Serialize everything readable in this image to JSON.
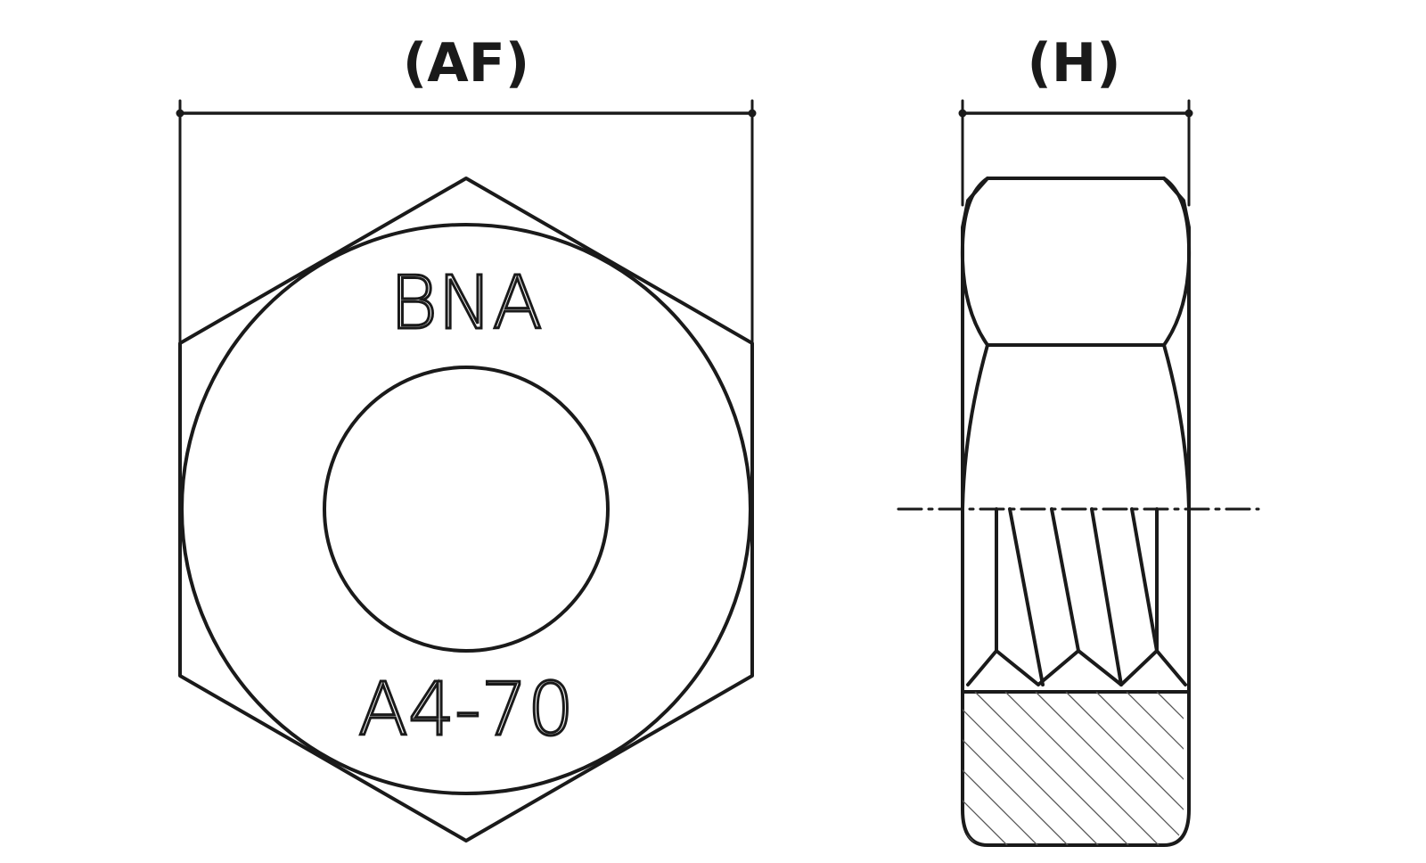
{
  "front_view": {
    "dimension_label": "(AF)",
    "top_marking": "BNA",
    "bottom_marking": "A4-70"
  },
  "side_view": {
    "dimension_label": "(H)"
  },
  "colors": {
    "line": "#1a1a1a",
    "hatch": "#555555",
    "background": "#ffffff"
  }
}
